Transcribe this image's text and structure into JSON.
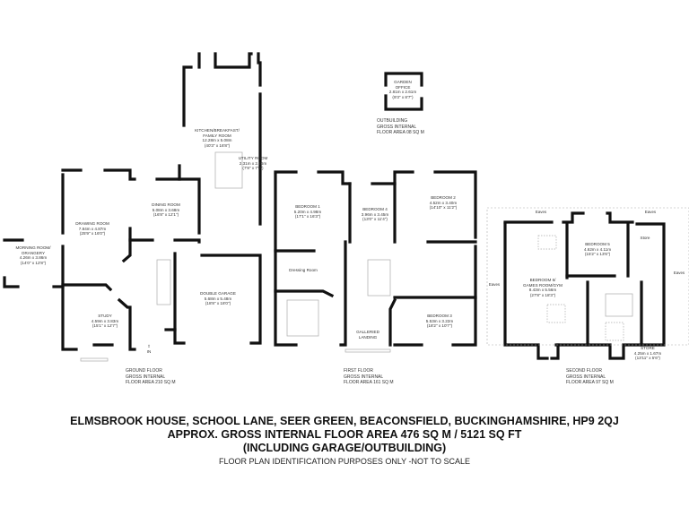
{
  "rooms": {
    "kitchen": {
      "name": "KITCHEN/BREAKFAST/",
      "name2": "FAMILY ROOM",
      "metric": "12.28m x 5.08m",
      "imperial": "(40'3\" x 16'8\")"
    },
    "utility": {
      "name": "UTILITY ROOM",
      "metric": "2.31m x 2.26m",
      "imperial": "(7'8\" x 7'5\")"
    },
    "dining": {
      "name": "DINING ROOM",
      "metric": "5.08m x 3.68m",
      "imperial": "(16'8\" x 12'1\")"
    },
    "drawing": {
      "name": "DRAWING ROOM",
      "metric": "7.84m x 4.87m",
      "imperial": "(25'9\" x 16'0\")"
    },
    "morning": {
      "name": "MORNING ROOM/",
      "name2": "ORANGERY",
      "metric": "4.26m x 3.86m",
      "imperial": "(14'0\" x 12'8\")"
    },
    "study": {
      "name": "STUDY",
      "metric": "4.59m x 3.83m",
      "imperial": "(15'1\" x 12'7\")"
    },
    "garage": {
      "name": "DOUBLE GARAGE",
      "metric": "5.68m x 5.48m",
      "imperial": "(18'8\" x 18'0\")"
    },
    "entrance": {
      "name": "IN"
    },
    "bedroom1": {
      "name": "BEDROOM 1",
      "metric": "5.20m x 4.98m",
      "imperial": "(17'1\" x 16'3\")"
    },
    "bedroom4": {
      "name": "BEDROOM 4",
      "metric": "3.96m x 3.45m",
      "imperial": "(13'0\" x 11'4\")"
    },
    "bedroom2": {
      "name": "BEDROOM 2",
      "metric": "4.52m x 3.40m",
      "imperial": "(14'10\" x 11'2\")"
    },
    "dressing": {
      "name": "Dressing Room"
    },
    "landing": {
      "name": "GALLERIED",
      "name2": "LANDING"
    },
    "bedroom3": {
      "name": "BEDROOM 3",
      "metric": "5.53m x 3.22m",
      "imperial": "(18'2\" x 10'7\")"
    },
    "bedroom6": {
      "name": "BEDROOM 6/",
      "name2": "GAMES ROOM/GYM",
      "metric": "8.43m x 5.56m",
      "imperial": "(27'8\" x 18'3\")"
    },
    "bedroom5": {
      "name": "BEDROOM 5",
      "metric": "4.62m x 4.11m",
      "imperial": "(15'2\" x 13'6\")"
    },
    "store_small": {
      "name": "Store"
    },
    "store": {
      "name": "STORE",
      "metric": "4.25m x 1.67m",
      "imperial": "(13'11\" x 5'6\")"
    },
    "garden_office": {
      "name": "GARDEN",
      "name2": "OFFICE",
      "metric": "2.81m x 2.61m",
      "imperial": "(9'3\" x 8'7\")"
    },
    "eaves": "Eaves"
  },
  "floors": {
    "ground": {
      "line1": "GROUND FLOOR",
      "line2": "GROSS INTERNAL",
      "line3": "FLOOR AREA 210 SQ M"
    },
    "first": {
      "line1": "FIRST FLOOR",
      "line2": "GROSS INTERNAL",
      "line3": "FLOOR AREA 161 SQ M"
    },
    "second": {
      "line1": "SECOND FLOOR",
      "line2": "GROSS INTERNAL",
      "line3": "FLOOR AREA 97 SQ M"
    },
    "outbuilding": {
      "line1": "OUTBUILDING",
      "line2": "GROSS INTERNAL",
      "line3": "FLOOR AREA 08 SQ M"
    }
  },
  "footer": {
    "address": "ELMSBROOK HOUSE, SCHOOL LANE, SEER GREEN, BEACONSFIELD, BUCKINGHAMSHIRE, HP9 2QJ",
    "area": "APPROX. GROSS INTERNAL FLOOR AREA 476 SQ M / 5121 SQ FT",
    "including": "(INCLUDING GARAGE/OUTBUILDING)",
    "disclaimer": "FLOOR PLAN IDENTIFICATION PURPOSES ONLY -NOT TO SCALE"
  },
  "colors": {
    "wall": "#111111",
    "line": "#999999",
    "background": "#ffffff"
  }
}
